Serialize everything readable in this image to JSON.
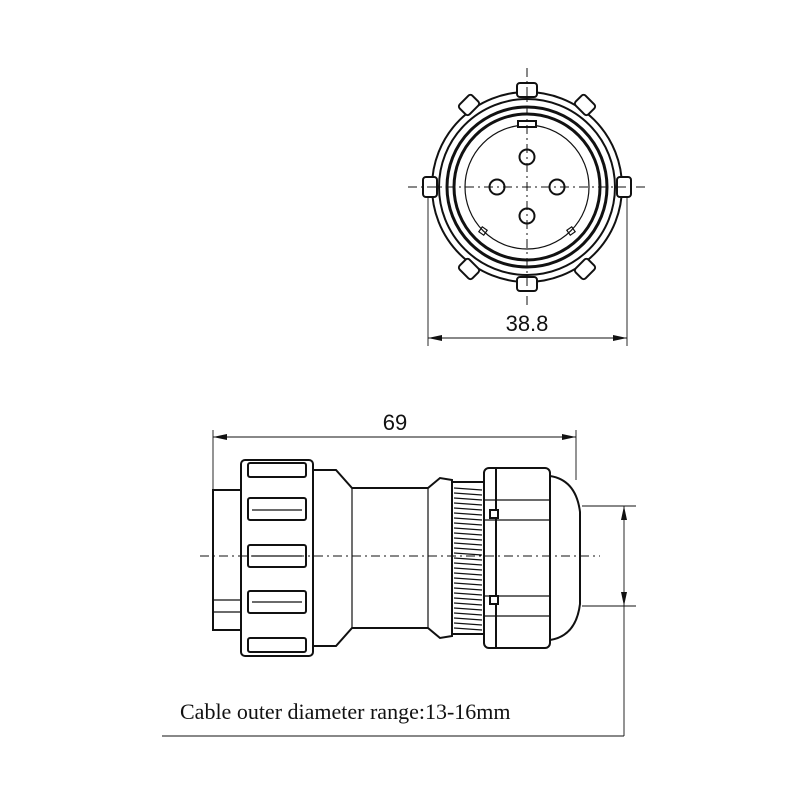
{
  "front_view": {
    "width_dimension": "38.8"
  },
  "side_view": {
    "length_dimension": "69"
  },
  "note": {
    "cable_range": "Cable outer  diameter range:13-16mm"
  }
}
